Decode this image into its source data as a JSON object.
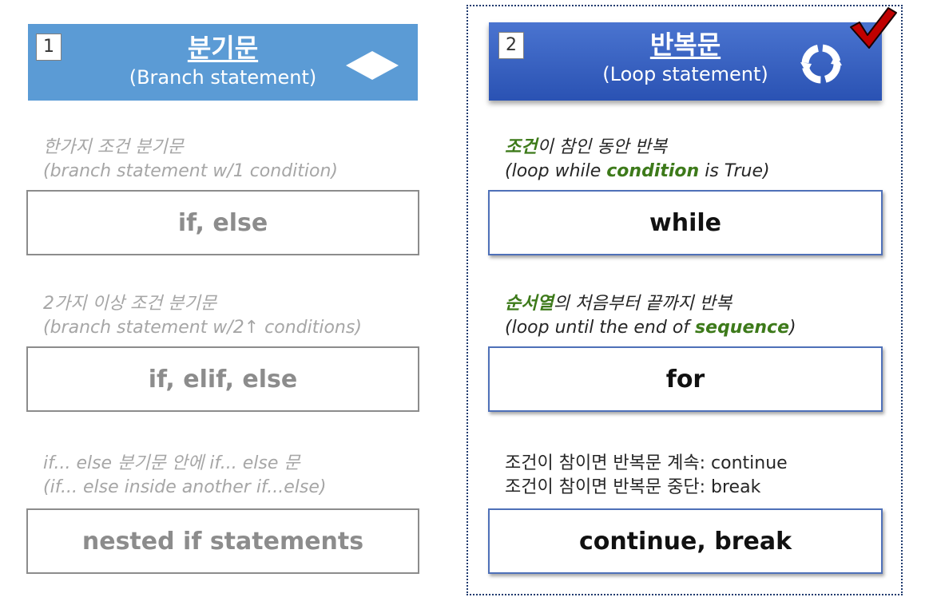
{
  "left": {
    "number": "1",
    "title_ko": "분기문",
    "title_en": "(Branch statement)",
    "items": [
      {
        "desc1": "한가지 조건 분기문",
        "desc2": "(branch statement w/1 condition)",
        "box": "if, else"
      },
      {
        "desc1": "2가지 이상 조건 분기문",
        "desc2": "(branch statement w/2↑  conditions)",
        "box": "if, elif, else"
      },
      {
        "desc1": "if... else 분기문 안에 if... else 문",
        "desc2": "(if... else inside another if...else)",
        "box": "nested if statements"
      }
    ]
  },
  "right": {
    "number": "2",
    "title_ko": "반복문",
    "title_en": "(Loop statement)",
    "item1": {
      "d1_hl": "조건",
      "d1_rest": "이 참인 동안 반복",
      "d2_pre": "(loop while ",
      "d2_hl": "condition",
      "d2_post": " is True)",
      "box": "while"
    },
    "item2": {
      "d1_hl": "순서열",
      "d1_rest": "의 처음부터 끝까지 반복",
      "d2_pre": "(loop until the end of ",
      "d2_hl": "sequence",
      "d2_post": ")",
      "box": "for"
    },
    "item3": {
      "d1": "조건이 참이면 반복문 계속: continue",
      "d2": "조건이 참이면 반복문 중단: break",
      "box": "continue, break"
    }
  },
  "colors": {
    "left_header": "#5b9bd5",
    "right_header": "#2a52b3",
    "highlight_green": "#3d7a1a",
    "check_red": "#c00000"
  },
  "icons": {
    "left": "diamond-icon",
    "right": "cycle-arrows-icon",
    "check": "checkmark-icon"
  }
}
